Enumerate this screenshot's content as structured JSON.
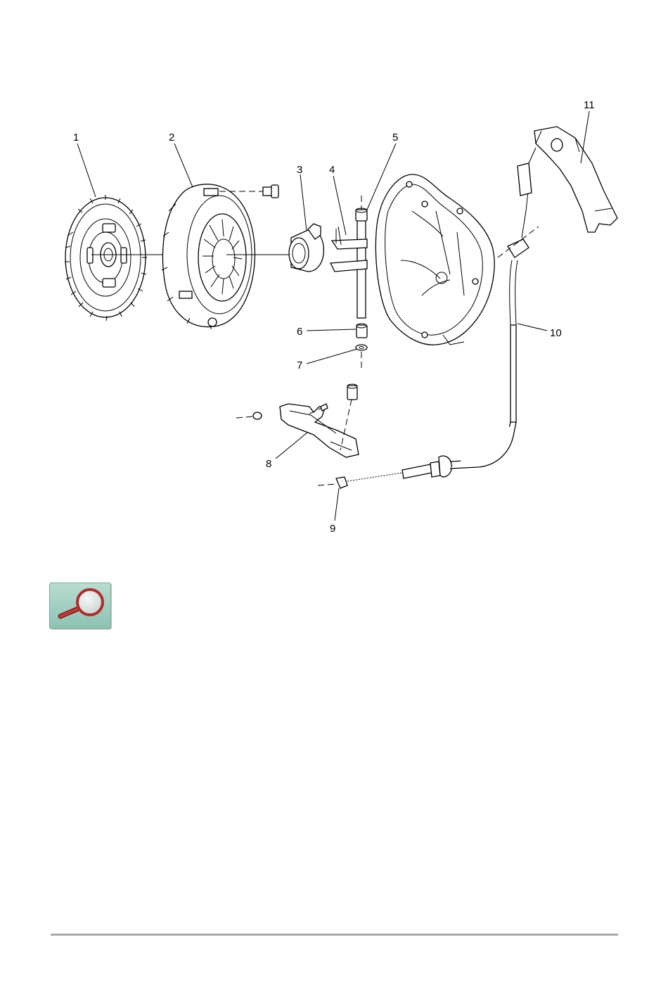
{
  "diagram": {
    "callouts": [
      "1",
      "2",
      "3",
      "4",
      "5",
      "6",
      "7",
      "8",
      "9",
      "10",
      "11"
    ]
  },
  "controls": {
    "zoom_icon": "magnifier-icon",
    "zoom_colors": {
      "background": "#a6d2c3",
      "lens_ring": "#b22b2b",
      "lens_glass": "#dfe8e4"
    }
  },
  "footer": {
    "rule_color": "#a8a8a8"
  }
}
